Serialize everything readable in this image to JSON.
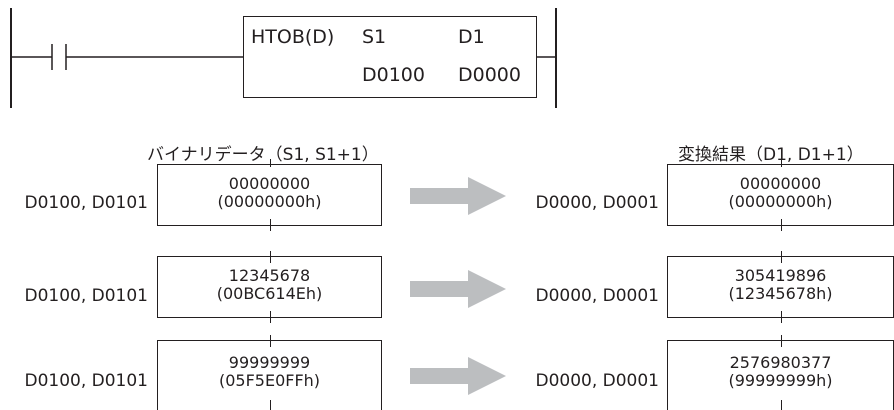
{
  "ladder": {
    "instruction": "HTOB(D)",
    "op1_label": "S1",
    "op2_label": "D1",
    "op1_value": "D0100",
    "op2_value": "D0000"
  },
  "headers": {
    "source": "バイナリデータ（S1, S1+1）",
    "result": "変換結果（D1, D1+1）"
  },
  "rows": [
    {
      "src_reg": "D0100, D0101",
      "src_val": "00000000",
      "src_hex": "(00000000h)",
      "dst_reg": "D0000, D0001",
      "dst_val": "00000000",
      "dst_hex": "(00000000h)"
    },
    {
      "src_reg": "D0100, D0101",
      "src_val": "12345678",
      "src_hex": "(00BC614Eh)",
      "dst_reg": "D0000, D0001",
      "dst_val": "305419896",
      "dst_hex": "(12345678h)"
    },
    {
      "src_reg": "D0100, D0101",
      "src_val": "99999999",
      "src_hex": "(05F5E0FFh)",
      "dst_reg": "D0000, D0001",
      "dst_val": "2576980377",
      "dst_hex": "(99999999h)"
    }
  ],
  "colors": {
    "line": "#231f20",
    "arrow": "#bcbec0"
  }
}
